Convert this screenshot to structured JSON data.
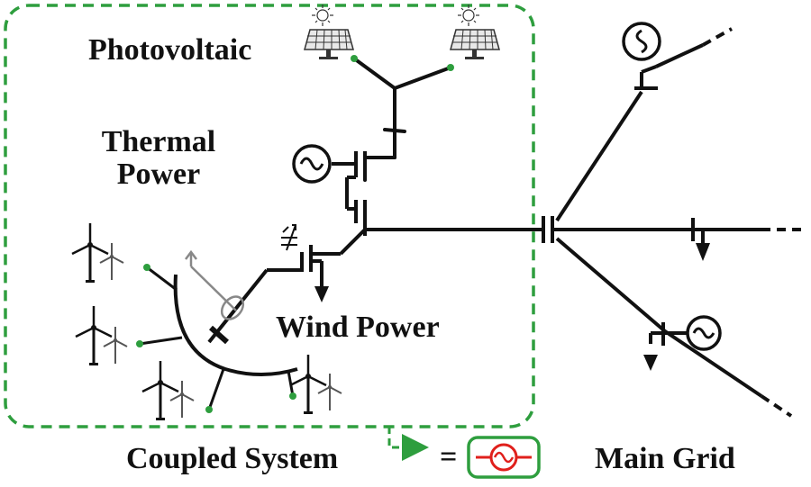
{
  "labels": {
    "photovoltaic": "Photovoltaic",
    "thermal_line1": "Thermal",
    "thermal_line2": "Power",
    "wind_power": "Wind Power",
    "coupled_system": "Coupled System",
    "equals": "=",
    "main_grid": "Main Grid"
  },
  "colors": {
    "line": "#111111",
    "boundary": "#2e9e3e",
    "node": "#2e9e3e",
    "generator_symbol": "#e0201c",
    "light_gray": "#888888"
  },
  "icons": {
    "solar_panel": "solar-panel-icon",
    "wind_turbine": "wind-turbine-icon",
    "generator": "generator-icon",
    "transformer": "transformer-icon",
    "load_arrow": "load-arrow-icon"
  }
}
